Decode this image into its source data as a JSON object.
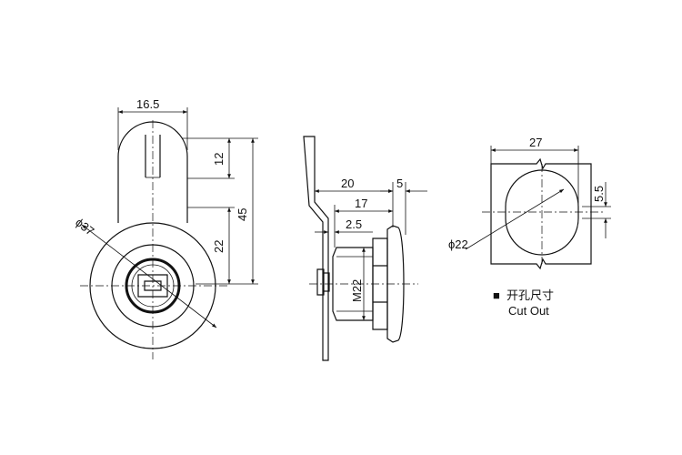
{
  "front_view": {
    "width_dim": "16.5",
    "cam_dim": "12",
    "body_dim": "22",
    "total_dim": "45",
    "diameter_dim": "ϕ37"
  },
  "side_view": {
    "offset_dim": "20",
    "plate_dim": "5",
    "thread_length_dim": "17",
    "spacer_dim": "2.5",
    "thread_dim": "M22"
  },
  "cut_out": {
    "width_dim": "27",
    "flat_dim": "5.5",
    "diameter_dim": "ϕ22",
    "legend_marker": "■",
    "legend_cn": "开孔尺寸",
    "legend_en": "Cut Out"
  }
}
